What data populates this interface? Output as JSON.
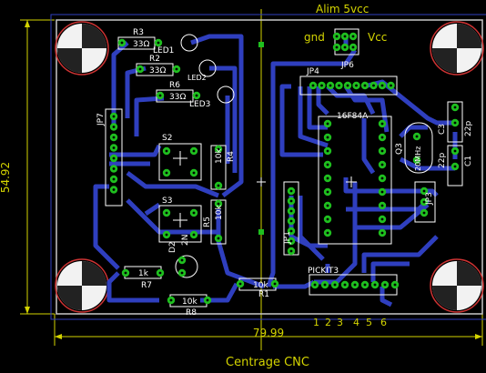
{
  "header": {
    "power_label": "Alim 5vcc",
    "gnd_label": "gnd",
    "vcc_label": "Vcc"
  },
  "dimensions": {
    "height_label": "54.92",
    "width_label": "79.99"
  },
  "footer": {
    "title": "Centrage CNC"
  },
  "components": {
    "r3": "R3",
    "r3_val": "33Ω",
    "led1": "LED1",
    "r2": "R2",
    "r2_val": "33Ω",
    "led2": "LED2",
    "r6": "R6",
    "r6_val": "33Ω",
    "led3": "LED3",
    "jp7": "JP7",
    "s2": "S2",
    "s3": "S3",
    "r4": "R4",
    "r4_val": "10k",
    "r5": "R5",
    "r5_val": "10k",
    "d2": "D2",
    "d2_val": "2N",
    "r7": "R7",
    "r7_val": "1k",
    "r8": "R8",
    "r8_val": "10k",
    "r1": "R1",
    "r1_val": "10k",
    "jp6": "JP6",
    "jp4": "JP4",
    "ic": "16F84A",
    "q3": "Q3",
    "crystal": "20MHz",
    "c3": "C3",
    "c3_val": "22p",
    "c1": "C1",
    "c1_val": "22p",
    "jp3": "JP3",
    "jp1": "JP1",
    "pickit": "PICKIT3"
  },
  "pin_numbers": [
    "1",
    "2",
    "3",
    "4",
    "5",
    "6"
  ],
  "colors": {
    "board": "#000000",
    "copper": "#2f3fbf",
    "pad": "#1fbf1f",
    "silk": "#ffffff",
    "dimension": "#d4d400",
    "outline": "#c8c8c8"
  }
}
